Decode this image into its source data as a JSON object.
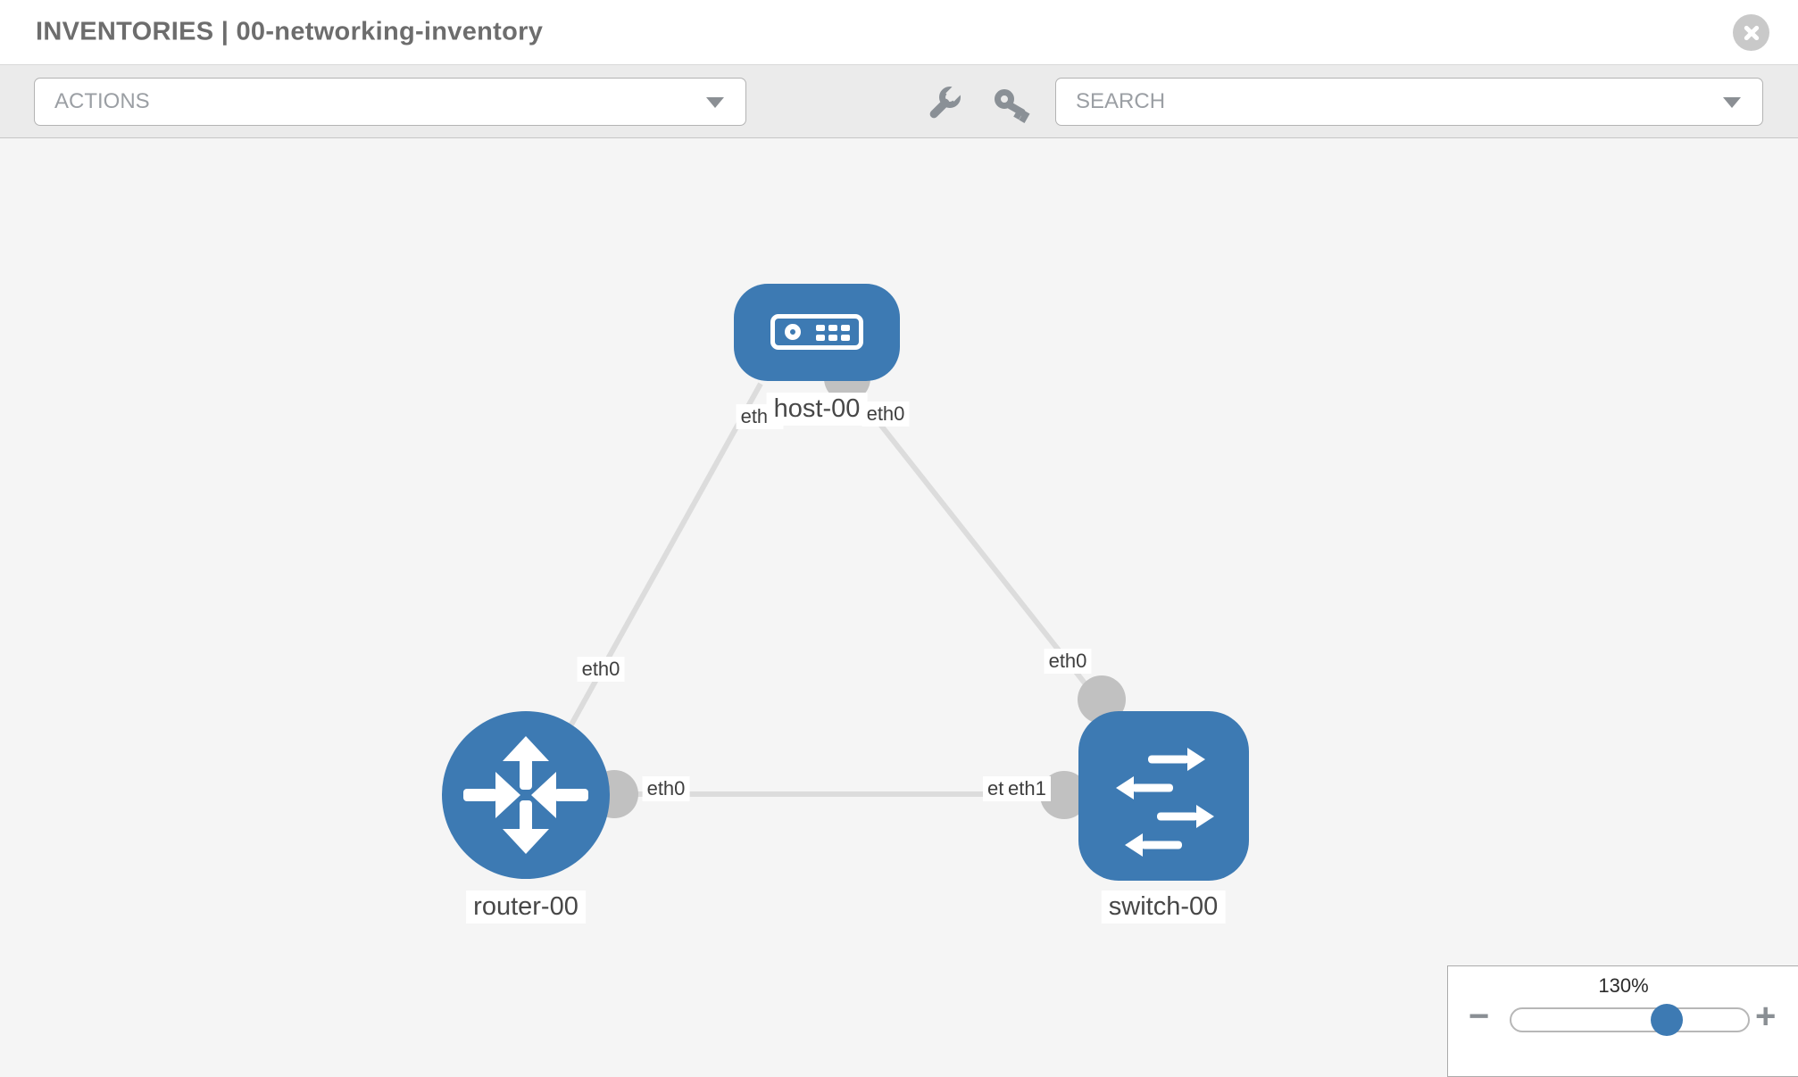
{
  "window": {
    "title": "INVENTORIES | 00-networking-inventory"
  },
  "toolbar": {
    "actions_label": "ACTIONS",
    "search_label": "SEARCH"
  },
  "topology": {
    "nodes": [
      {
        "label": "host-00",
        "type": "host"
      },
      {
        "label": "router-00",
        "type": "router"
      },
      {
        "label": "switch-00",
        "type": "switch"
      }
    ],
    "port_labels": [
      "eth0",
      "eth0",
      "eth0",
      "eth0",
      "eth0",
      "eth0",
      "eth1"
    ]
  },
  "zoom_control": {
    "level": "130%",
    "minus": "−",
    "plus": "+"
  },
  "colors": {
    "node_blue": "#3d7ab3",
    "link_gray": "#dcdcdc",
    "connector_gray": "#c1c1c1",
    "toolbar_gray": "#ebebeb",
    "canvas_gray": "#f5f5f5"
  }
}
